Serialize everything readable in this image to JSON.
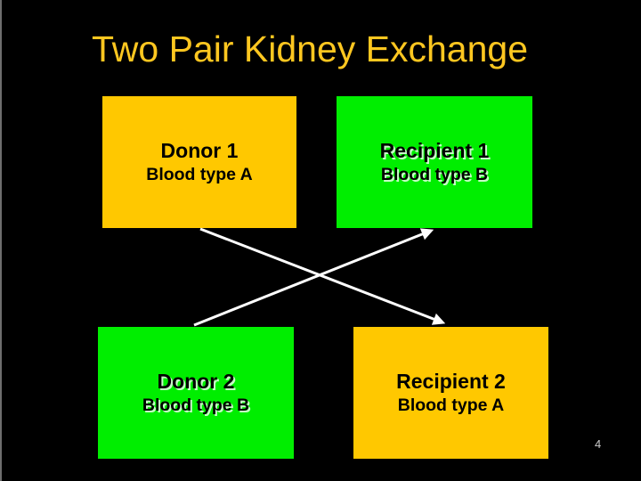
{
  "slide": {
    "title": "Two Pair Kidney Exchange",
    "page_number": "4"
  },
  "colors": {
    "background": "#000000",
    "title_text": "#FFC720",
    "gold_box": "#FFC800",
    "green_box": "#00EE00",
    "box_text": "#000000",
    "arrow": "#FFFFFF",
    "edge_strip": "#6E6E6E",
    "page_number_text": "#CCCCCC"
  },
  "boxes": [
    {
      "id": "donor-1",
      "title": "Donor 1",
      "subtitle": "Blood type A",
      "color": "#FFC800"
    },
    {
      "id": "recipient-1",
      "title": "Recipient 1",
      "subtitle": "Blood type B",
      "color": "#00EE00"
    },
    {
      "id": "donor-2",
      "title": "Donor 2",
      "subtitle": "Blood type B",
      "color": "#00EE00"
    },
    {
      "id": "recipient-2",
      "title": "Recipient 2",
      "subtitle": "Blood type A",
      "color": "#FFC800"
    }
  ],
  "arrows": [
    {
      "label": "Donor 1 to Recipient 2"
    },
    {
      "label": "Donor 2 to Recipient 1"
    }
  ]
}
